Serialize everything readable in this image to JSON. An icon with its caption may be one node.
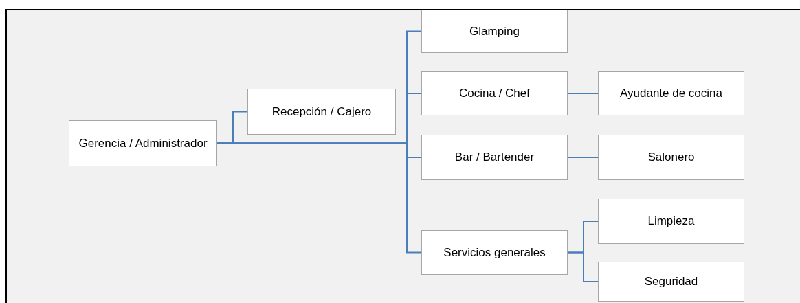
{
  "diagram": {
    "nodes": [
      {
        "text": [
          "Gerencia / Administrador"
        ]
      },
      {
        "text": [
          "Recepción / Cajero"
        ]
      },
      {
        "text": [
          "Glamping"
        ]
      },
      {
        "text": [
          "Cocina / Chef"
        ]
      },
      {
        "text": [
          "Bar / Bartender"
        ]
      },
      {
        "text": [
          "Servicios generales"
        ]
      },
      {
        "text": [
          "Ayudante de cocina"
        ]
      },
      {
        "text": [
          "Salonero"
        ]
      },
      {
        "text": [
          "Limpieza"
        ]
      },
      {
        "text": [
          "Seguridad"
        ]
      }
    ],
    "edges": [
      {
        "from": 0,
        "to": 1,
        "arrow": "none"
      },
      {
        "from": 0,
        "to": 2,
        "arrow": "none"
      },
      {
        "from": 0,
        "to": 3,
        "arrow": "none"
      },
      {
        "from": 0,
        "to": 4,
        "arrow": "none"
      },
      {
        "from": 0,
        "to": 5,
        "arrow": "none"
      },
      {
        "from": 3,
        "to": 6,
        "arrow": "none"
      },
      {
        "from": 4,
        "to": 7,
        "arrow": "none"
      },
      {
        "from": 5,
        "to": 8,
        "arrow": "none"
      },
      {
        "from": 5,
        "to": 9,
        "arrow": "none"
      }
    ]
  }
}
